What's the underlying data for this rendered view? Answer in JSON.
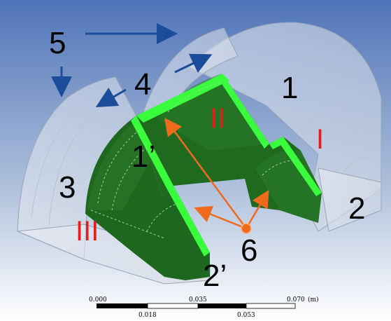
{
  "callouts": {
    "one": "1",
    "one_prime": "1’",
    "two": "2",
    "two_prime": "2’",
    "three": "3",
    "four": "4",
    "five": "5",
    "six": "6"
  },
  "regions": {
    "r1": "I",
    "r2": "II",
    "r3": "III"
  },
  "scale_bar": {
    "top_labels": [
      "0.000",
      "0.035",
      "0.070"
    ],
    "bottom_labels": [
      "0.018",
      "0.053"
    ],
    "unit": "(m)"
  },
  "colors": {
    "background_top": "#4f74b8",
    "background_bottom": "#ffffff",
    "solid": "#1f6a1f",
    "solid_edge": "#39ff3c",
    "ghost": "#dde2ea",
    "arrow_blue": "#1b4c9a",
    "arrow_orange": "#f06a1e",
    "roman": "#e0201e"
  }
}
